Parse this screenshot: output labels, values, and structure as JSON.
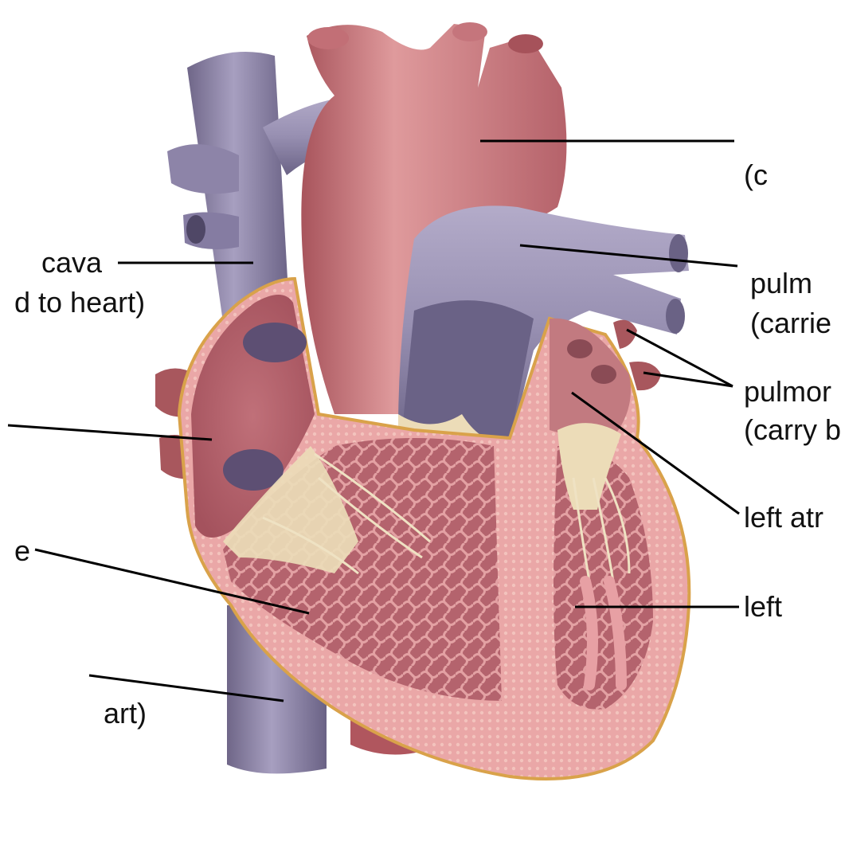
{
  "labels": {
    "top_right_1": "(c",
    "left_1a": "cava",
    "left_1b": "d to heart)",
    "right_2a": "pulm",
    "right_2b": "(carrie",
    "right_3a": "pulmor",
    "right_3b": "(carry b",
    "right_4": "left atr",
    "left_3": "e",
    "right_5": "left",
    "left_4": "art)"
  }
}
